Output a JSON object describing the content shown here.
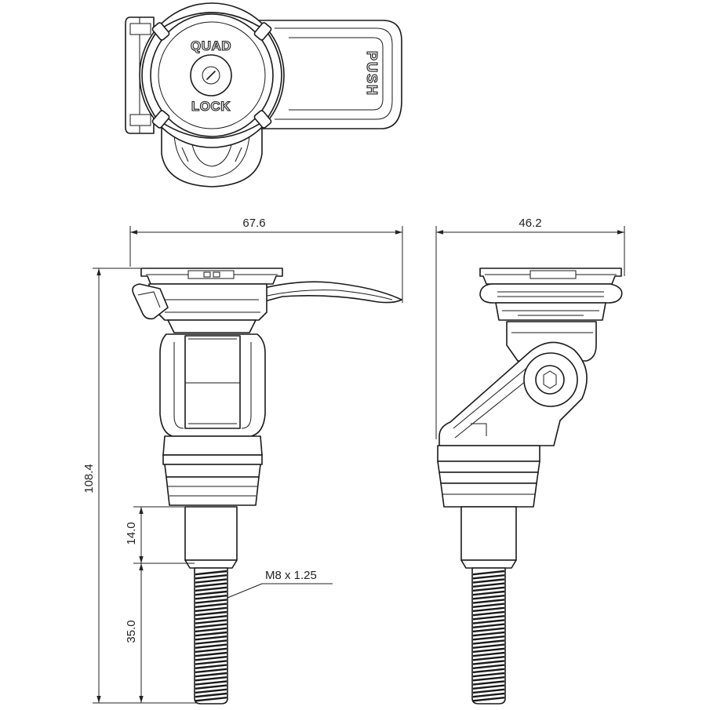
{
  "drawing": {
    "logo_line1": "QUAD",
    "logo_line2": "LOCK",
    "lever_text": "PUSH",
    "dimensions": {
      "total_width": "67.6",
      "side_width": "46.2",
      "total_height": "108.4",
      "shank_length": "14.0",
      "thread_length": "35.0",
      "thread_spec": "M8 x 1.25"
    },
    "colors": {
      "line": "#1a1a1a",
      "background": "#ffffff"
    }
  }
}
